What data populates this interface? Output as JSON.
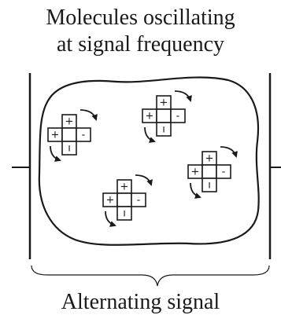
{
  "title": {
    "line1": "Molecules oscillating",
    "line2": "at signal frequency"
  },
  "caption": "Alternating signal",
  "molecule": {
    "top": "+",
    "left": "+",
    "right": "-",
    "bottom": "ı"
  }
}
